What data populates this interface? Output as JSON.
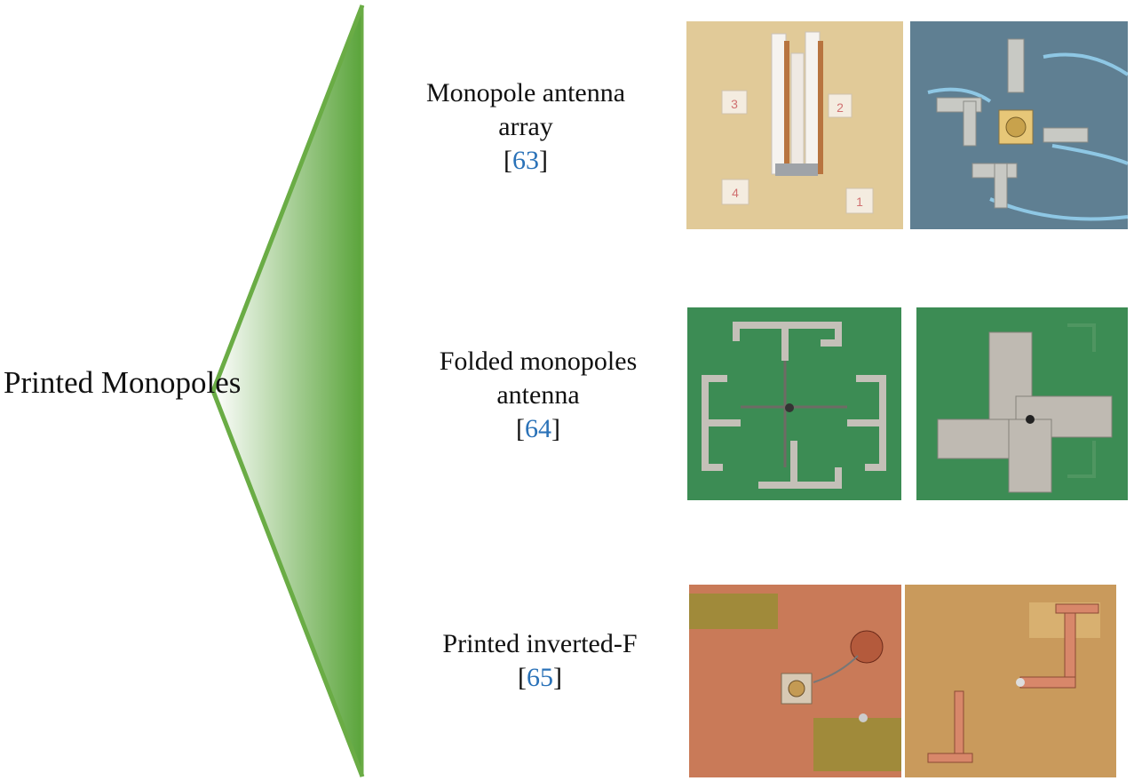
{
  "root": {
    "label": "Printed Monopoles"
  },
  "colors": {
    "wedge_stroke": "#6aac45",
    "wedge_fill": "#5aa43a",
    "citation": "#2a72b8"
  },
  "branches": [
    {
      "title_line1": "Monopole antenna",
      "title_line2": "array",
      "ref_open": "[",
      "ref": "63",
      "ref_close": "]"
    },
    {
      "title_line1": "Folded monopoles",
      "title_line2": "antenna",
      "ref_open": "[",
      "ref": "64",
      "ref_close": "]"
    },
    {
      "title_line1": "Printed inverted-F",
      "title_line2": "",
      "ref_open": "[",
      "ref": "65",
      "ref_close": "]"
    }
  ],
  "photo_marks": [
    "3",
    "2",
    "4",
    "1"
  ]
}
